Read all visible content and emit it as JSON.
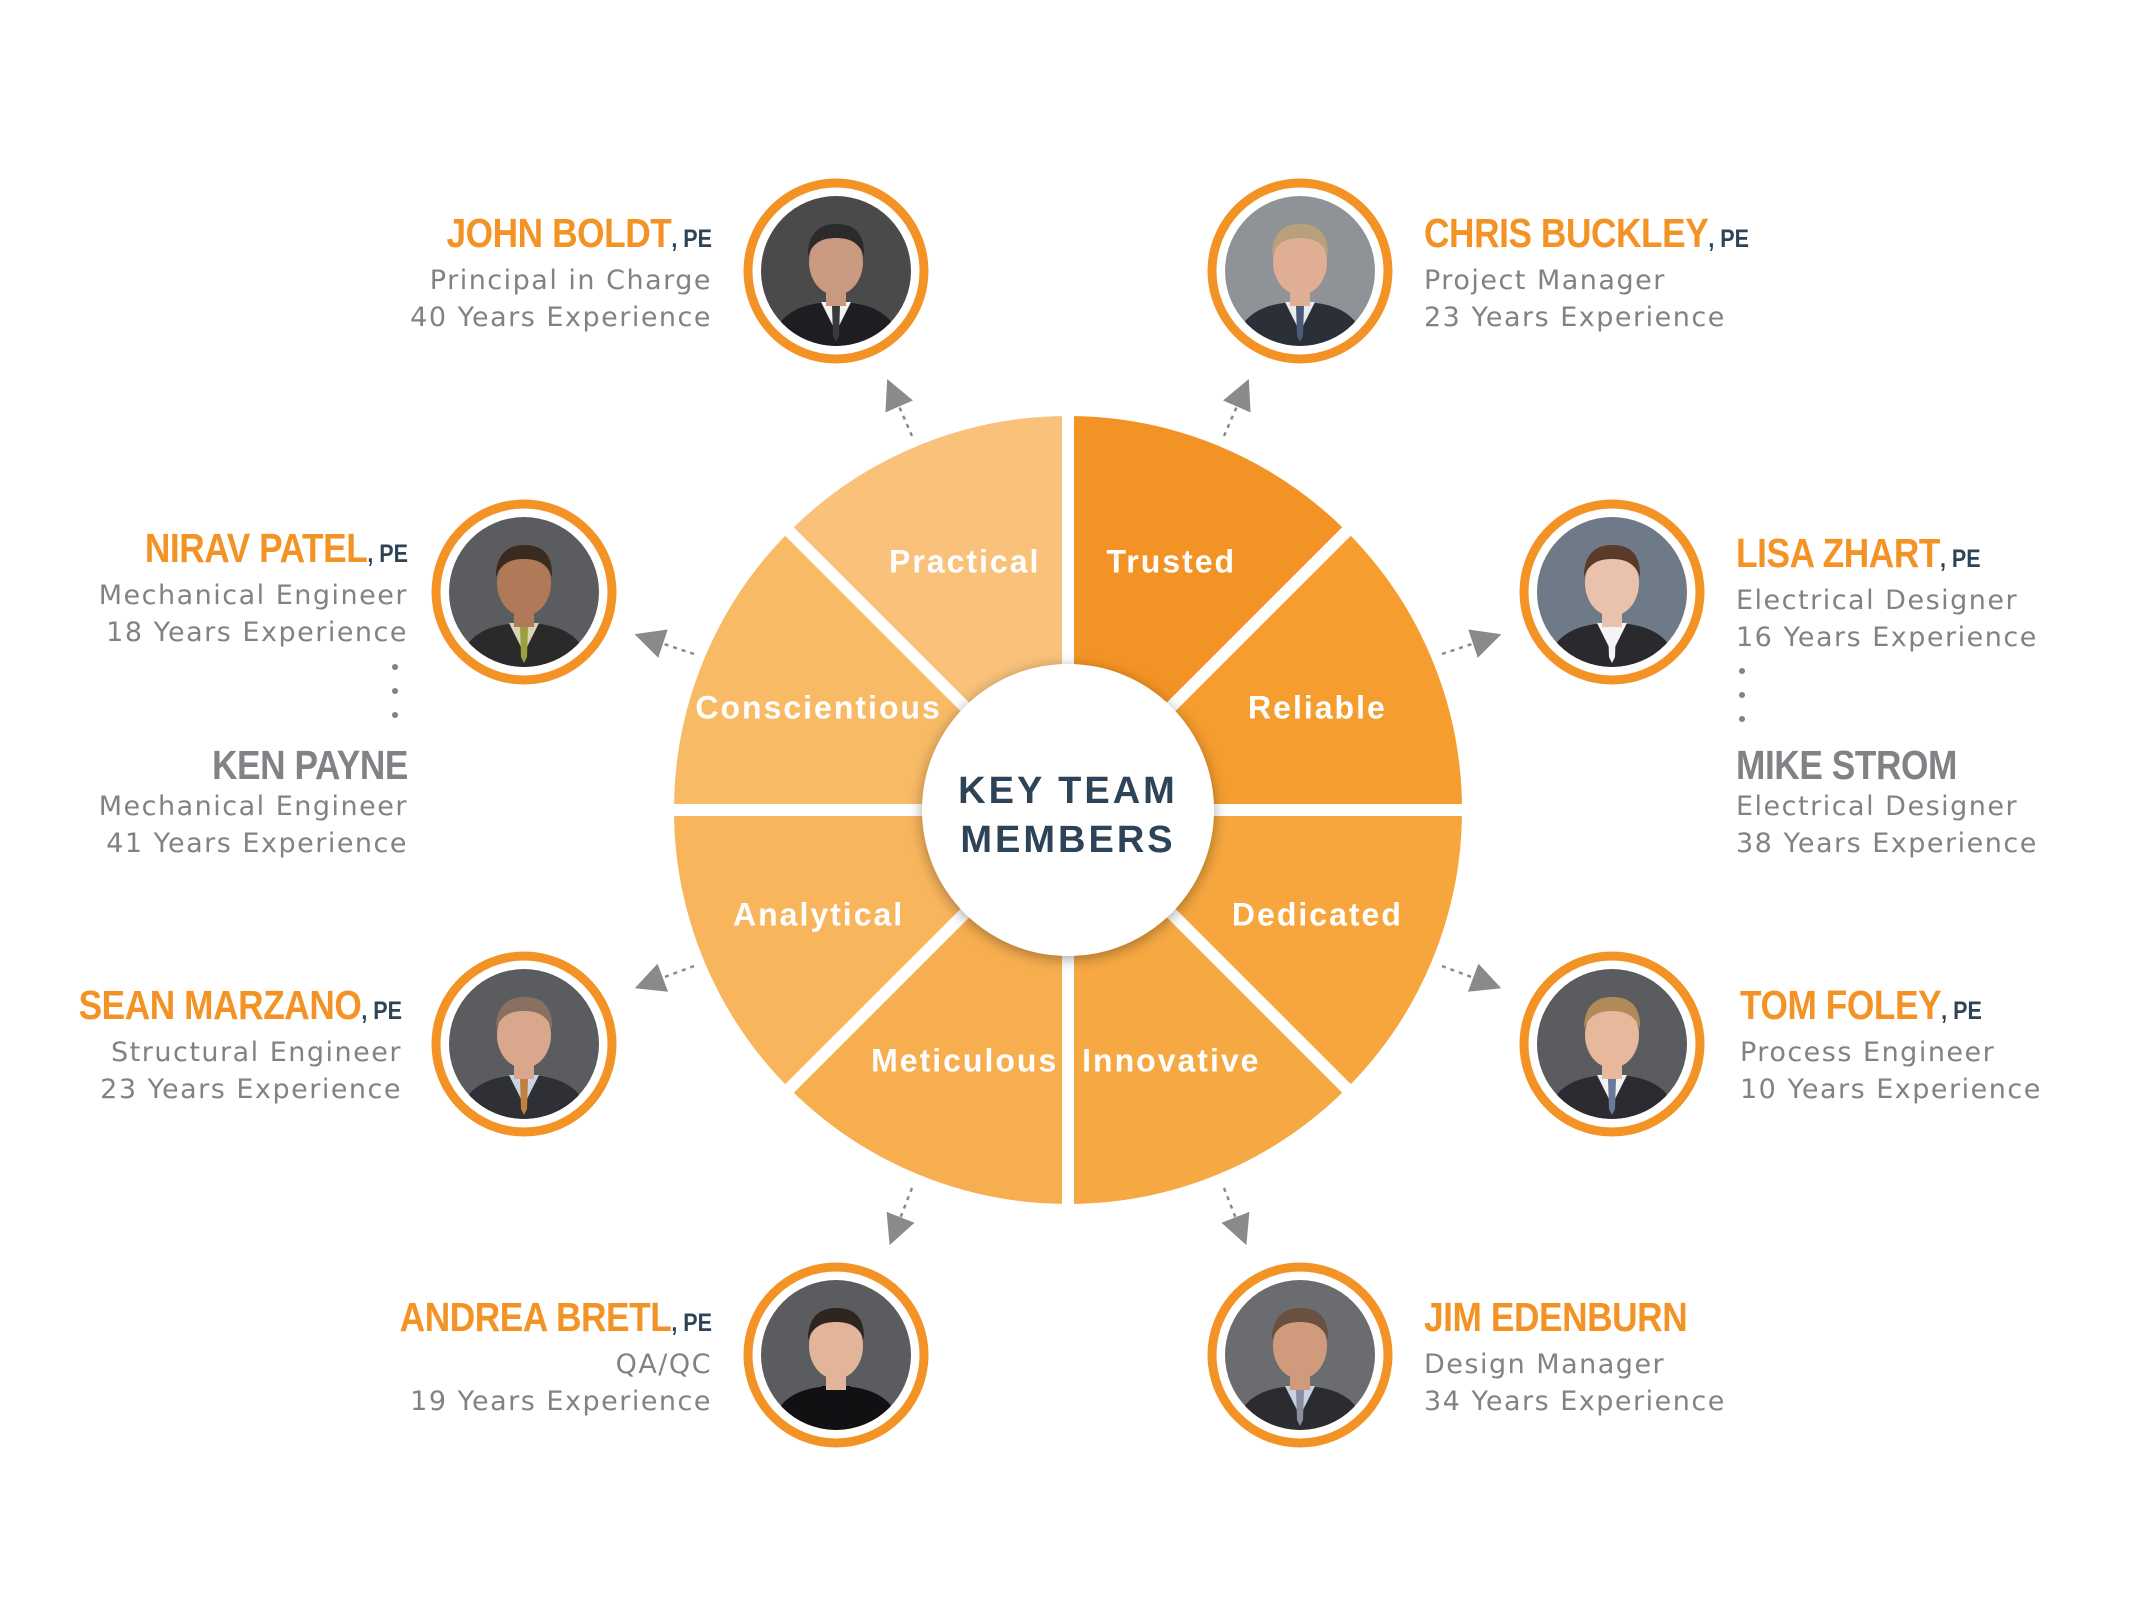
{
  "center": {
    "line1": "KEY TEAM",
    "line2": "MEMBERS"
  },
  "segments": [
    {
      "label": "Trusted",
      "color": "#f39325"
    },
    {
      "label": "Reliable",
      "color": "#f59d2e"
    },
    {
      "label": "Dedicated",
      "color": "#f6a63d"
    },
    {
      "label": "Innovative",
      "color": "#f6a842"
    },
    {
      "label": "Meticulous",
      "color": "#f7ae4f"
    },
    {
      "label": "Analytical",
      "color": "#f8b55c"
    },
    {
      "label": "Conscientious",
      "color": "#f8ba65"
    },
    {
      "label": "Practical",
      "color": "#f9c17a"
    }
  ],
  "members": [
    {
      "id": "john-boldt",
      "name": "JOHN BOLDT",
      "credential": ", PE",
      "role": "Principal in Charge",
      "experience": "40 Years Experience"
    },
    {
      "id": "chris-buckley",
      "name": "CHRIS BUCKLEY",
      "credential": ", PE",
      "role": "Project Manager",
      "experience": "23 Years Experience"
    },
    {
      "id": "nirav-patel",
      "name": "NIRAV PATEL",
      "credential": ", PE",
      "role": "Mechanical Engineer",
      "experience": "18 Years Experience"
    },
    {
      "id": "ken-payne",
      "name": "KEN PAYNE",
      "credential": "",
      "role": "Mechanical Engineer",
      "experience": "41 Years Experience"
    },
    {
      "id": "lisa-zhart",
      "name": "LISA ZHART",
      "credential": ", PE",
      "role": "Electrical Designer",
      "experience": "16 Years Experience"
    },
    {
      "id": "mike-strom",
      "name": "MIKE STROM",
      "credential": "",
      "role": "Electrical Designer",
      "experience": "38 Years Experience"
    },
    {
      "id": "sean-marzano",
      "name": "SEAN MARZANO",
      "credential": ", PE",
      "role": "Structural Engineer",
      "experience": "23 Years Experience"
    },
    {
      "id": "tom-foley",
      "name": "TOM FOLEY",
      "credential": ", PE",
      "role": "Process Engineer",
      "experience": "10 Years Experience"
    },
    {
      "id": "andrea-bretl",
      "name": "ANDREA BRETL",
      "credential": ", PE",
      "role": "QA/QC",
      "experience": "19 Years Experience"
    },
    {
      "id": "jim-edenburn",
      "name": "JIM EDENBURN",
      "credential": "",
      "role": "Design Manager",
      "experience": "34 Years Experience"
    }
  ],
  "photos": [
    {
      "id": "john-boldt",
      "bg": "#4a4a4a",
      "skin": "#c99a80",
      "hair": "#2b2b2b",
      "suit": "#1e1e22",
      "shirt": "#f2f2f2",
      "tie": "#3a3a3a"
    },
    {
      "id": "chris-buckley",
      "bg": "#8f9296",
      "skin": "#e0ad95",
      "hair": "#b8a17a",
      "suit": "#2a2f38",
      "shirt": "#e8eaee",
      "tie": "#4a5a7a"
    },
    {
      "id": "nirav-patel",
      "bg": "#5a5c60",
      "skin": "#b07a58",
      "hair": "#3b2a20",
      "suit": "#2a2a2a",
      "shirt": "#d7d3b0",
      "tie": "#9aa040"
    },
    {
      "id": "lisa-zhart",
      "bg": "#6f7a88",
      "skin": "#eac2ab",
      "hair": "#5a3a28",
      "suit": "#2a2a2e",
      "shirt": "#f4f4f4",
      "tie": "#f4f4f4"
    },
    {
      "id": "sean-marzano",
      "bg": "#5a5c60",
      "skin": "#d9a88c",
      "hair": "#8a7060",
      "suit": "#2e3036",
      "shirt": "#c9d4e2",
      "tie": "#c08040"
    },
    {
      "id": "tom-foley",
      "bg": "#5a5c60",
      "skin": "#e8b89c",
      "hair": "#b08a58",
      "suit": "#2a2c32",
      "shirt": "#f2f2f2",
      "tie": "#6a7a9a"
    },
    {
      "id": "andrea-bretl",
      "bg": "#5a5c60",
      "skin": "#e2b49a",
      "hair": "#2e2420",
      "suit": "#111114",
      "shirt": "#111114",
      "tie": "#111114"
    },
    {
      "id": "jim-edenburn",
      "bg": "#6a6c70",
      "skin": "#d09a7c",
      "hair": "#6a5040",
      "suit": "#2a2c30",
      "shirt": "#c6d2e2",
      "tie": "#8a8ea0"
    }
  ],
  "colors": {
    "accent": "#f39325",
    "navy": "#2d4358",
    "gray": "#808285",
    "arrow": "#8a8a8a"
  }
}
